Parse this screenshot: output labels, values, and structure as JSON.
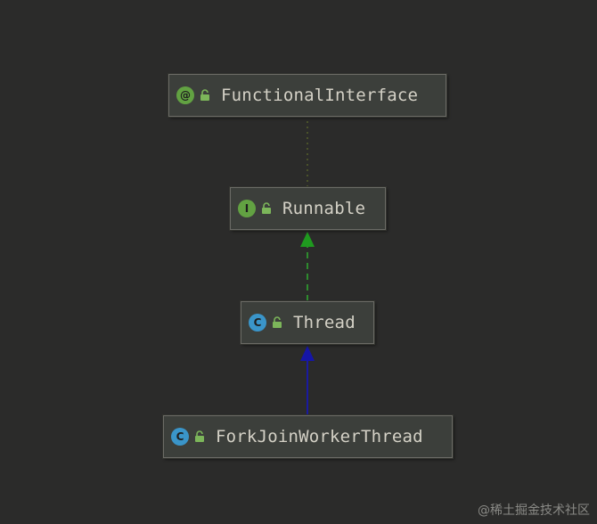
{
  "diagram": {
    "nodes": [
      {
        "id": "functional-interface",
        "label": "FunctionalInterface",
        "kind": "annotation",
        "kind_glyph": "@",
        "icon": "annotation-icon"
      },
      {
        "id": "runnable",
        "label": "Runnable",
        "kind": "interface",
        "kind_glyph": "I",
        "icon": "interface-icon"
      },
      {
        "id": "thread",
        "label": "Thread",
        "kind": "class",
        "kind_glyph": "C",
        "icon": "class-icon"
      },
      {
        "id": "fork-join-worker-thread",
        "label": "ForkJoinWorkerThread",
        "kind": "class",
        "kind_glyph": "C",
        "icon": "class-icon"
      }
    ],
    "edges": [
      {
        "from": "runnable",
        "to": "functional-interface",
        "type": "annotated-by",
        "style": "dotted",
        "color": "#6a7a2a"
      },
      {
        "from": "thread",
        "to": "runnable",
        "type": "implements",
        "style": "dashed",
        "color": "#2e8b2e"
      },
      {
        "from": "fork-join-worker-thread",
        "to": "thread",
        "type": "extends",
        "style": "solid",
        "color": "#1a1aa0"
      }
    ],
    "colors": {
      "background": "#2b2b2a",
      "node_fill": "#3c3f3b",
      "node_border": "#6b6b66",
      "label": "#d4d1c6",
      "annotation_icon": "#62a242",
      "interface_icon": "#62a242",
      "class_icon": "#3a95c9",
      "lock_icon": "#7cb65a"
    }
  },
  "watermark": "@稀土掘金技术社区"
}
